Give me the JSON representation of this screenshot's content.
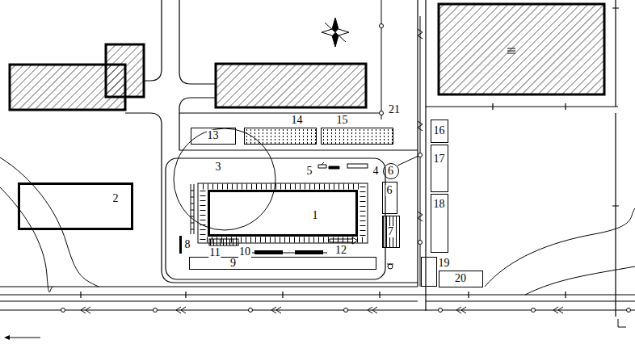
{
  "diagram": {
    "nodes": [
      {
        "text": [
          "2"
        ]
      },
      {
        "text": [
          "13"
        ]
      },
      {
        "text": [
          "14"
        ]
      },
      {
        "text": [
          "15"
        ]
      },
      {
        "text": [
          "1"
        ]
      },
      {
        "text": [
          "6"
        ]
      },
      {
        "text": [
          "6"
        ]
      },
      {
        "text": [
          "7"
        ]
      },
      {
        "text": [
          "16"
        ]
      },
      {
        "text": [
          "17"
        ]
      },
      {
        "text": [
          "18"
        ]
      },
      {
        "text": [
          "19"
        ]
      },
      {
        "text": [
          "20"
        ]
      },
      {
        "text": [
          "9"
        ]
      }
    ],
    "labels": [
      "21",
      "3",
      "5",
      "4",
      "8",
      "11",
      "10",
      "12"
    ]
  }
}
